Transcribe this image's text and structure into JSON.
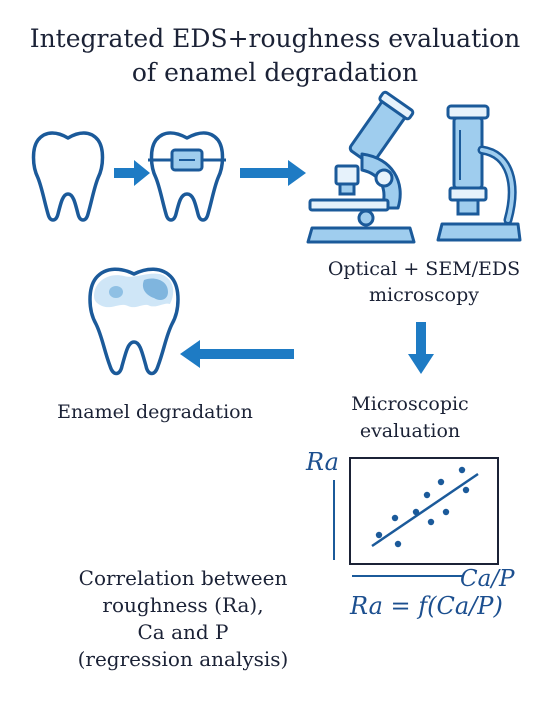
{
  "title": {
    "line1": "Integrated EDS+roughness evaluation",
    "line2": "of enamel degradation"
  },
  "labels": {
    "microscopy_line1": "Optical + SEM/EDS",
    "microscopy_line2": "microscopy",
    "degradation": "Enamel degradation",
    "evaluation_line1": "Microscopic",
    "evaluation_line2": "evaluation",
    "correlation_line1": "Correlation between",
    "correlation_line2": "roughness (Ra),",
    "correlation_line3": "Ca and P",
    "correlation_line4": "(regression analysis)"
  },
  "plot": {
    "y_label": "Ra",
    "x_label": "Ca/P",
    "formula": "Ra = f(Ca/P)"
  },
  "colors": {
    "accent": "#1e7bc4",
    "outline": "#1b5a9a",
    "light_fill": "#e6f2fb",
    "mid_fill": "#9fcdee",
    "text": "#1b2236"
  },
  "icons": [
    "healthy-tooth-icon",
    "braces-tooth-icon",
    "optical-microscope-icon",
    "sem-microscope-icon",
    "degraded-tooth-icon"
  ]
}
